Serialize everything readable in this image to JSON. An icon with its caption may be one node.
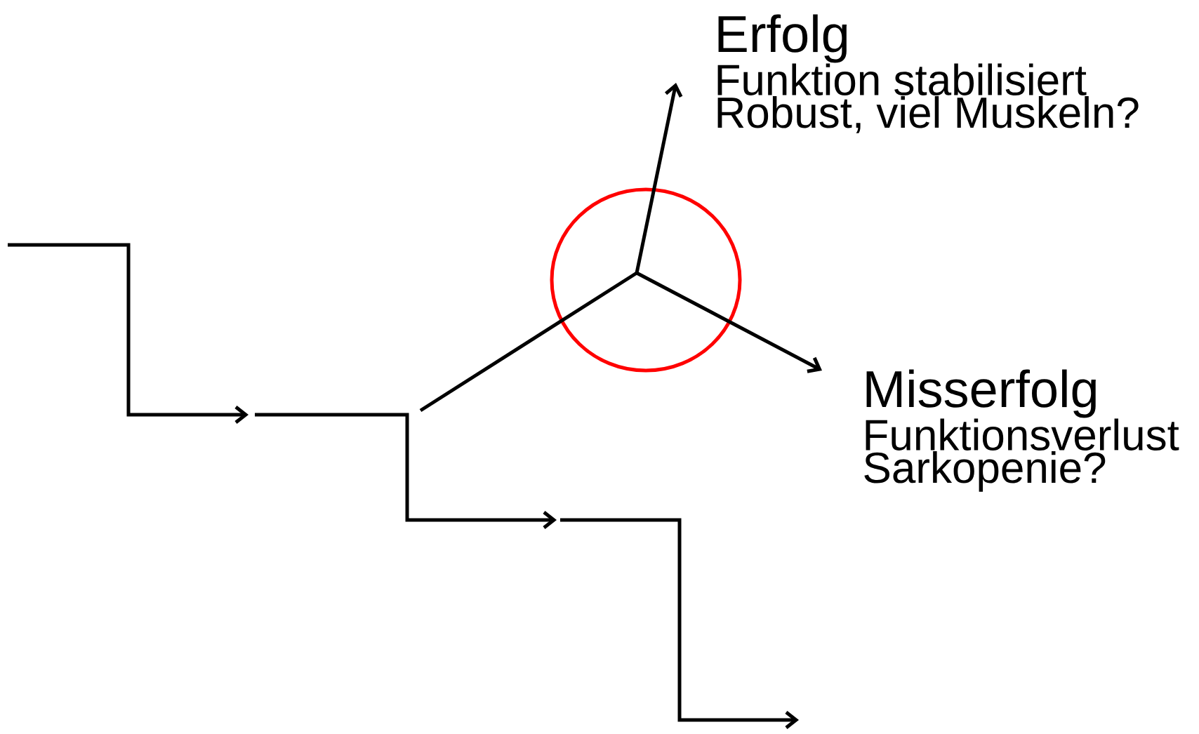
{
  "diagram": {
    "nodes": [
      {
        "text": [],
        "shape": "circle"
      },
      {
        "text": [
          "Erfolg",
          "Funktion stabilisiert",
          "Robust, viel Muskeln?"
        ]
      },
      {
        "text": [
          "Misserfolg",
          "Funktionsverlust",
          "Sarkopenie?"
        ]
      }
    ],
    "edges": [
      {
        "from": 0,
        "to": 1,
        "arrow": "to"
      },
      {
        "from": 0,
        "to": 2,
        "arrow": "to"
      },
      {
        "from": null,
        "to": 0,
        "arrow": "none"
      }
    ]
  }
}
